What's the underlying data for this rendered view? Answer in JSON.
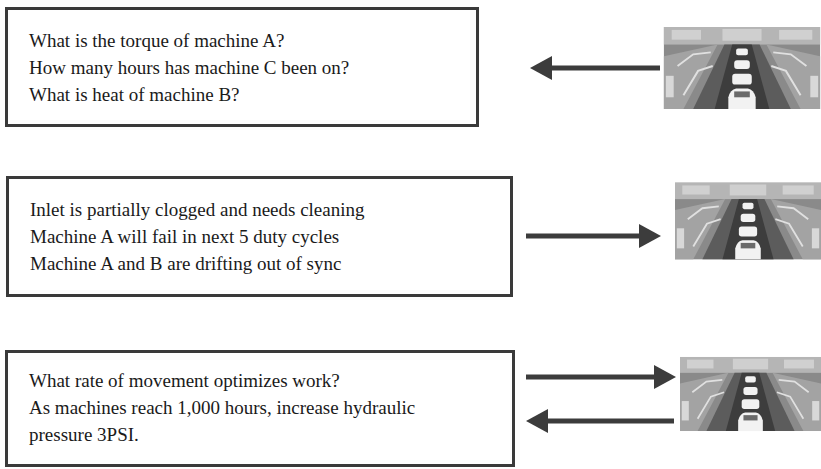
{
  "diagram": {
    "nodes": [
      {
        "text": [
          "What is the torque of machine A?",
          "How many hours has machine C been on?",
          "What is heat of machine B?"
        ]
      },
      {
        "text": [
          "Inlet is partially clogged and needs cleaning",
          "Machine A will fail in next 5 duty cycles",
          "Machine A and B are drifting out of sync"
        ]
      },
      {
        "text": [
          "What rate of movement optimizes work?",
          "As machines reach 1,000 hours, increase hydraulic pressure 3PSI."
        ]
      }
    ]
  }
}
